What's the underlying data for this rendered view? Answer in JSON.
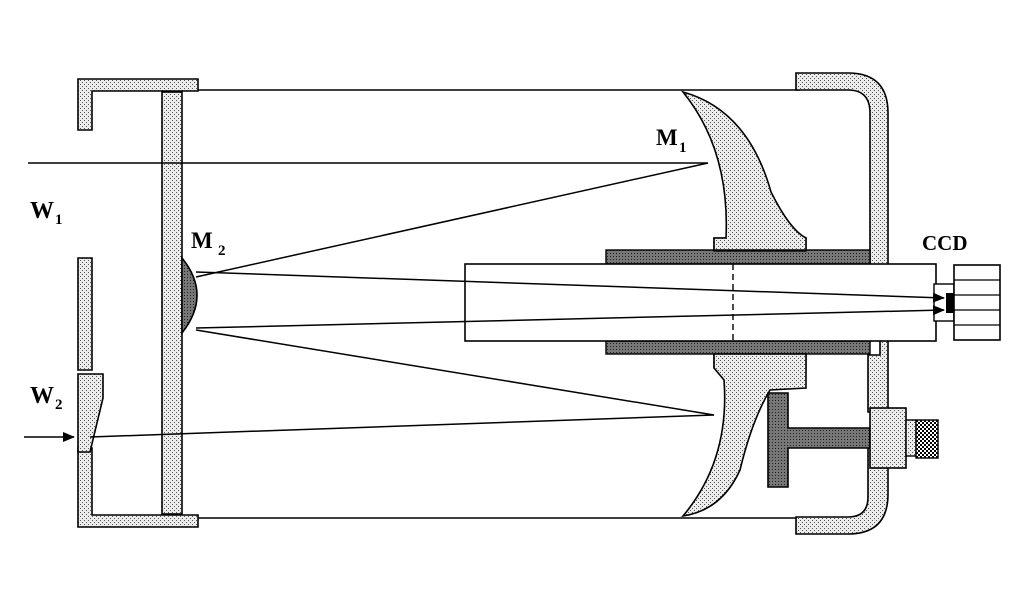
{
  "labels": {
    "w1": {
      "main": "W",
      "sub": "1"
    },
    "w2": {
      "main": "W",
      "sub": "2"
    },
    "m1": {
      "main": "M",
      "sub": "1"
    },
    "m2": {
      "main": "M",
      "sub": "2"
    },
    "ccd": "CCD"
  },
  "colors": {
    "line": "#000000",
    "stipple_light": "#d8d8d8",
    "stipple_dark": "#8a8a8a",
    "background": "#ffffff"
  }
}
